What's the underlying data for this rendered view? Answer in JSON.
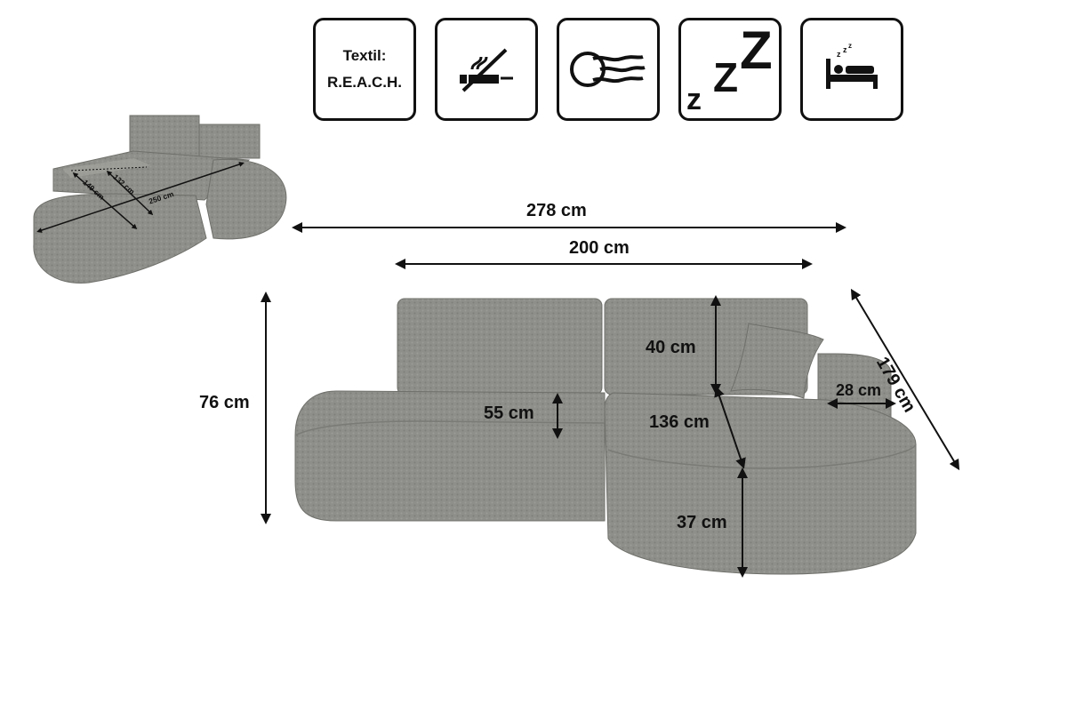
{
  "features": {
    "textile_line1": "Textil:",
    "textile_line2": "R.E.A.C.H.",
    "sleep_letters": [
      "z",
      "Z",
      "Z"
    ]
  },
  "dimensions": {
    "total_width": "278 cm",
    "main_width": "200 cm",
    "depth_chaise": "179 cm",
    "total_height": "76 cm",
    "back_cushion_height": "40 cm",
    "seat_height": "55 cm",
    "chaise_length": "136 cm",
    "armrest_width": "28 cm",
    "base_height": "37 cm",
    "bed_width": "149 cm",
    "bed_depth": "132 cm",
    "bed_length": "250 cm"
  },
  "colors": {
    "fabric": "#8c8c88",
    "fabric_dark": "#6f6f6b",
    "line": "#111111"
  }
}
